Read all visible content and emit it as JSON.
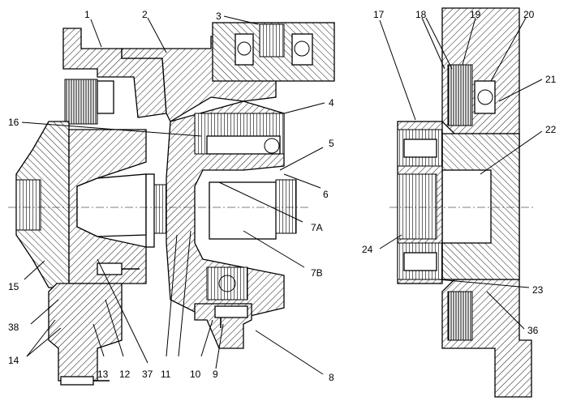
{
  "callouts": {
    "c1": "1",
    "c2": "2",
    "c3": "3",
    "c4": "4",
    "c5": "5",
    "c6": "6",
    "c7a": "7A",
    "c7b": "7B",
    "c8": "8",
    "c9": "9",
    "c10": "10",
    "c11": "11",
    "c12": "12",
    "c13": "13",
    "c14": "14",
    "c15": "15",
    "c16": "16",
    "c17": "17",
    "c18": "18",
    "c19": "19",
    "c20": "20",
    "c21": "21",
    "c22": "22",
    "c23": "23",
    "c24": "24",
    "c36": "36",
    "c37": "37",
    "c38": "38"
  }
}
